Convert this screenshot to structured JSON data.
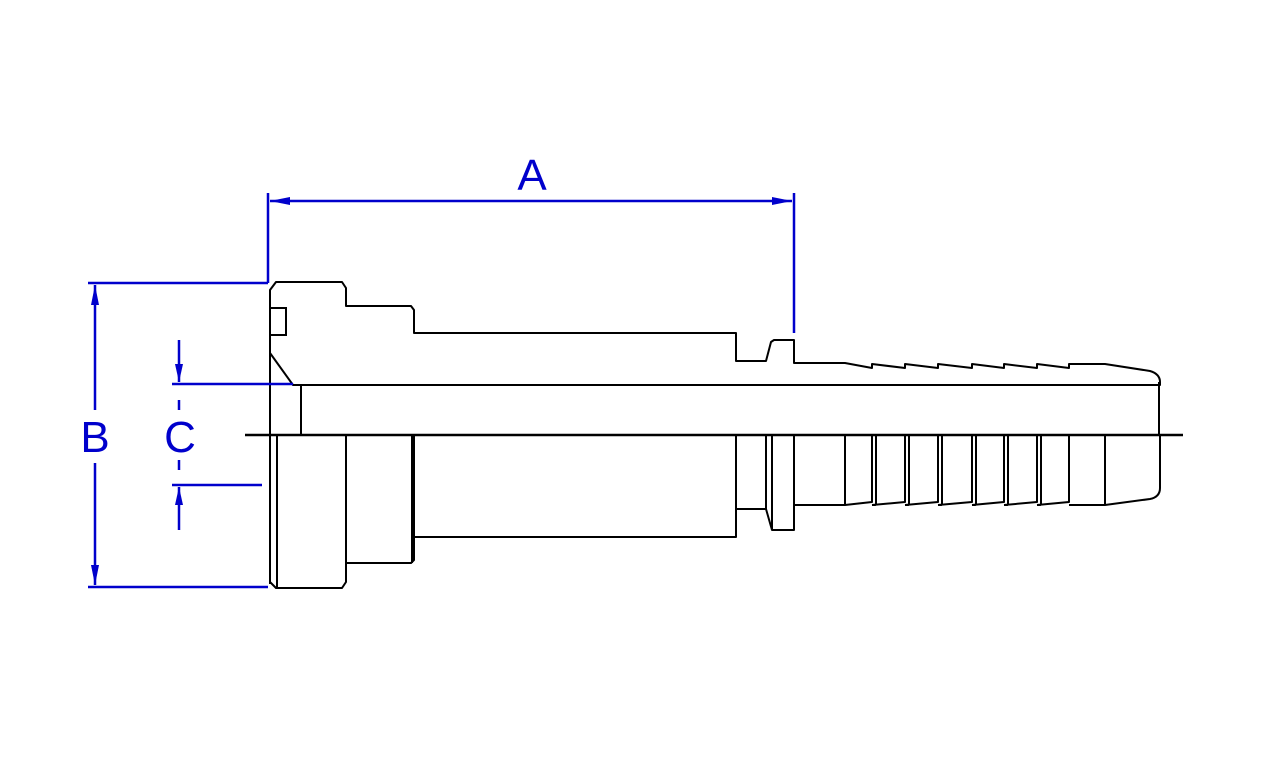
{
  "drawing": {
    "dimensions": [
      {
        "id": "A",
        "label": "A"
      },
      {
        "id": "B",
        "label": "B"
      },
      {
        "id": "C",
        "label": "C"
      }
    ]
  },
  "colors": {
    "dimension": "#0000cc",
    "outline": "#000000",
    "background": "#ffffff"
  }
}
